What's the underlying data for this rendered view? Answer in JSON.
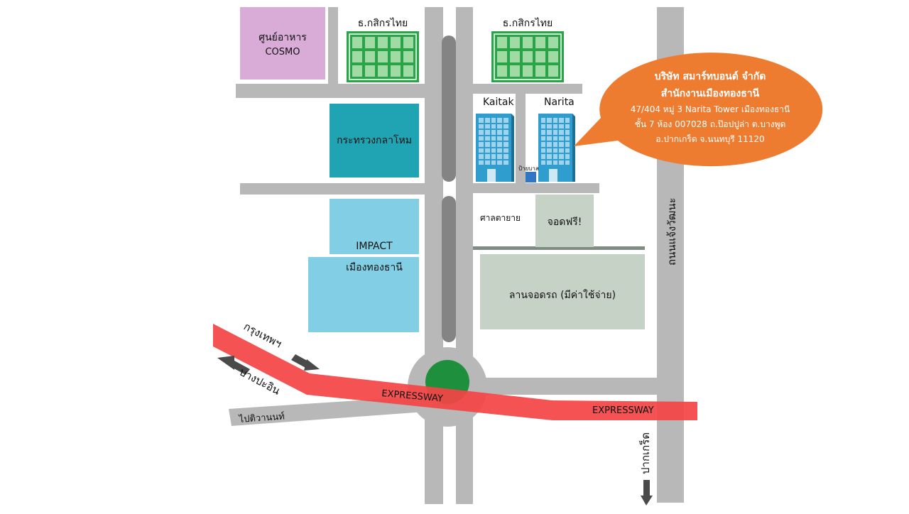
{
  "map": {
    "colors": {
      "road": "#b8b8b8",
      "road_median": "#848484",
      "expressway": "#f44444",
      "roundabout": "#1e8f3c",
      "bank_green": "#2aa34a",
      "cosmo_pink": "#d8acd6",
      "ministry_teal": "#20a4b4",
      "impact_blue": "#82cee4",
      "parking_green": "#c6d2c6",
      "bubble_orange": "#ee7c30"
    },
    "labels": {
      "bank_left": "ธ.กสิกรไทย",
      "bank_right": "ธ.กสิกรไทย",
      "cosmo_line1": "ศูนย์อาหาร",
      "cosmo_line2": "COSMO",
      "ministry": "กระทรวงกลาโหม",
      "kaitak": "Kaitak",
      "narita": "Narita",
      "bus_stop": "ป้ายบาส",
      "shrine": "ศาลตายาย",
      "free_parking": "จอดฟรี!",
      "impact_line1": "IMPACT",
      "impact_line2": "เมืองทองธานี",
      "paid_parking": "ลานจอดรถ (มีค่าใช้จ่าย)",
      "road_right": "ถนนแจ้งวัฒนะ",
      "bangkok": "กรุงเทพฯ",
      "bang_pa_in": "บางปะอิน",
      "to_tiwanon": "ไปติวานนท์",
      "expressway_1": "EXPRESSWAY",
      "expressway_2": "EXPRESSWAY",
      "pak_kret": "ปากเกร็ด"
    },
    "bubble": {
      "company": "บริษัท สมาร์ทบอนด์ จำกัด",
      "office": "สำนักงานเมืองทองธานี",
      "address1": "47/404 หมู่ 3 Narita Tower เมืองทองธานี",
      "address2": "ชั้น 7 ห้อง 007028 ถ.ป๊อปปูล่า ต.บางพูด",
      "address3": "อ.ปากเกร็ด จ.นนทบุรี 11120"
    }
  }
}
